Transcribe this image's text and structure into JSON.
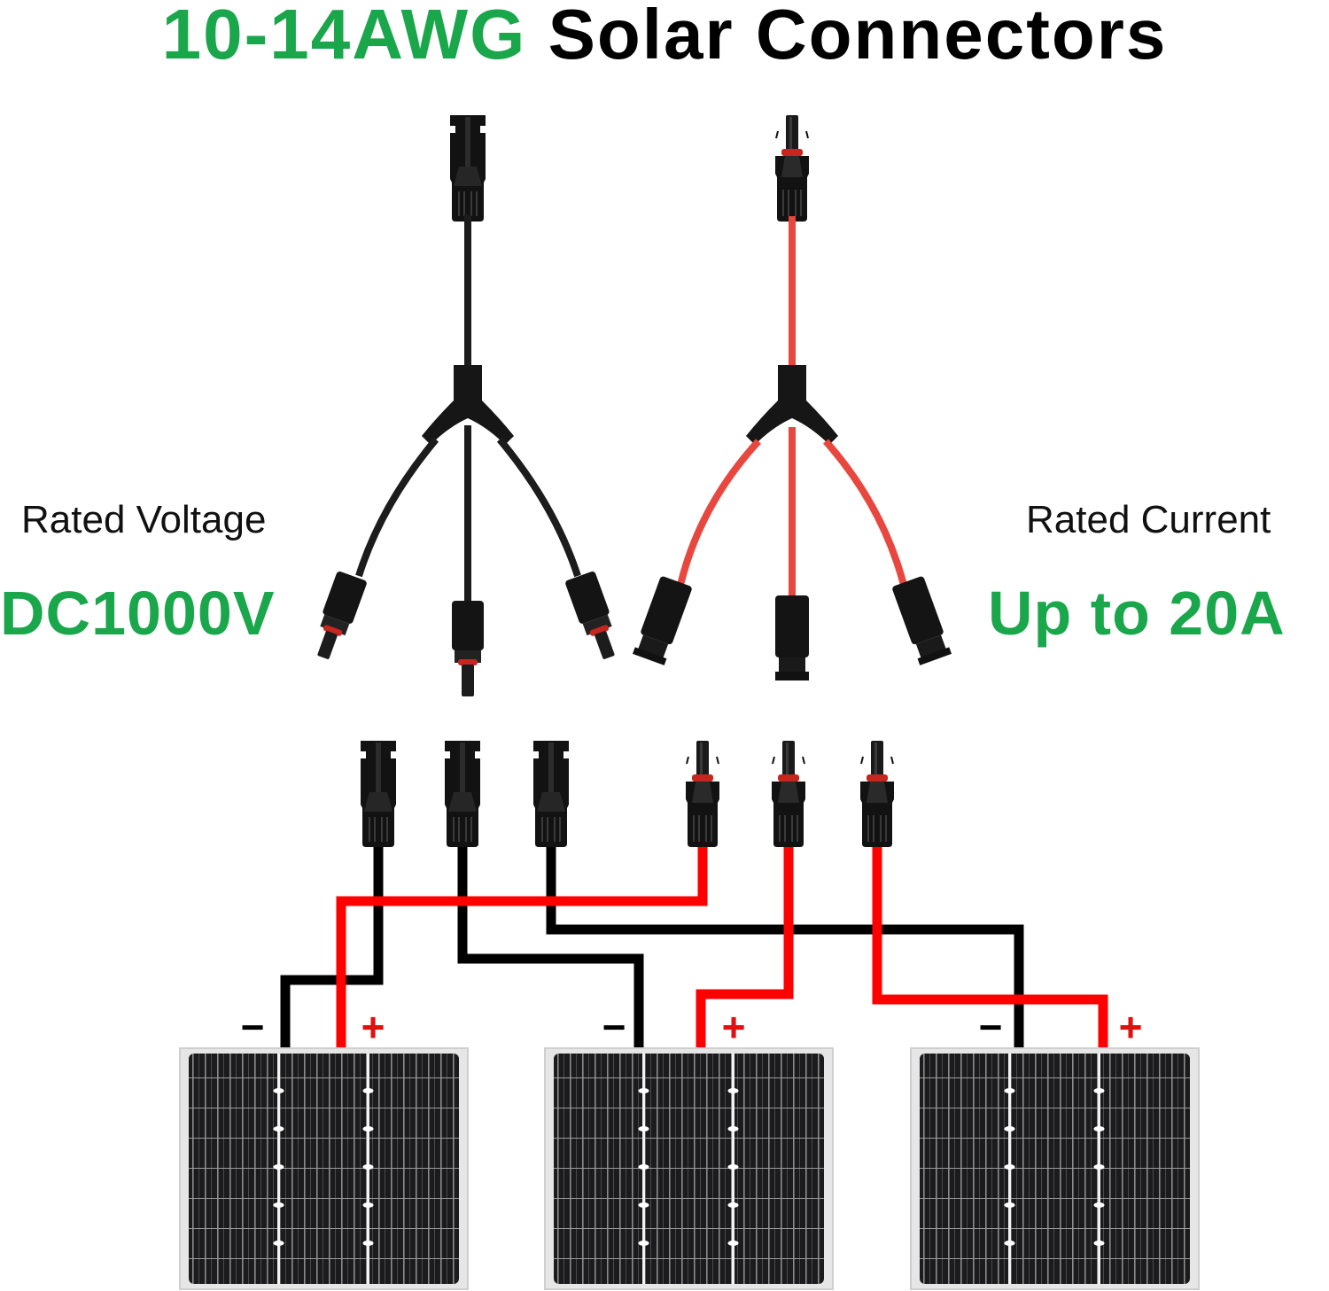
{
  "title": {
    "highlight": "10-14AWG",
    "rest": "Solar Connectors"
  },
  "specs": {
    "voltage": {
      "label": "Rated Voltage",
      "value": "DC1000V"
    },
    "current": {
      "label": "Rated Current",
      "value": "Up to 20A"
    }
  },
  "colors": {
    "accent_green": "#1aa64a",
    "negative_wire": "#000000",
    "positive_wire": "#ff0000",
    "cable_black": "#1c1c1c",
    "cable_red": "#e8473f",
    "panel_cell": "#1b1b1d",
    "panel_frame": "#dcdcdc"
  },
  "cables": [
    {
      "name": "negative-branch-cable",
      "polarity": "negative",
      "inputs": 1,
      "outputs": 3
    },
    {
      "name": "positive-branch-cable",
      "polarity": "positive",
      "inputs": 1,
      "outputs": 3
    }
  ],
  "diagram": {
    "connectors": [
      {
        "polarity": "negative",
        "type": "female"
      },
      {
        "polarity": "negative",
        "type": "female"
      },
      {
        "polarity": "negative",
        "type": "female"
      },
      {
        "polarity": "positive",
        "type": "male"
      },
      {
        "polarity": "positive",
        "type": "male"
      },
      {
        "polarity": "positive",
        "type": "male"
      }
    ],
    "panels": [
      {
        "name": "solar-panel-1",
        "negative_symbol": "−",
        "positive_symbol": "+"
      },
      {
        "name": "solar-panel-2",
        "negative_symbol": "−",
        "positive_symbol": "+"
      },
      {
        "name": "solar-panel-3",
        "negative_symbol": "−",
        "positive_symbol": "+"
      }
    ]
  }
}
